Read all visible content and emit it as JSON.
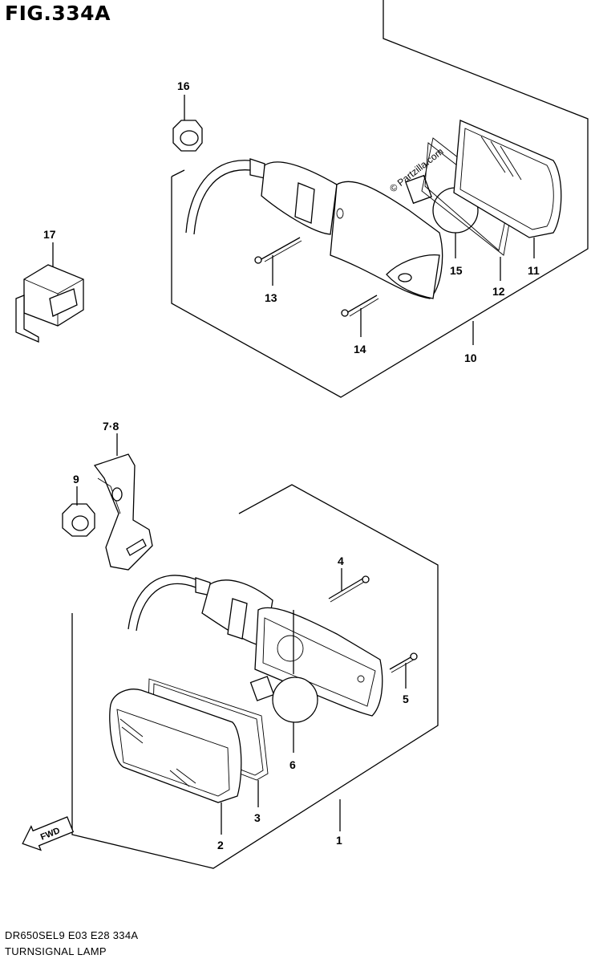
{
  "figure": {
    "title": "FIG.334A",
    "model_code": "DR650SEL9  E03  E28  334A",
    "section_name": "TURNSIGNAL LAMP",
    "watermark": "© Partzilla.com",
    "direction_label": "FWD"
  },
  "callouts": [
    {
      "id": "c16",
      "label": "16"
    },
    {
      "id": "c17",
      "label": "17"
    },
    {
      "id": "c13",
      "label": "13"
    },
    {
      "id": "c14",
      "label": "14"
    },
    {
      "id": "c15",
      "label": "15"
    },
    {
      "id": "c12",
      "label": "12"
    },
    {
      "id": "c11",
      "label": "11"
    },
    {
      "id": "c10",
      "label": "10"
    },
    {
      "id": "c78",
      "label": "7·8"
    },
    {
      "id": "c9",
      "label": "9"
    },
    {
      "id": "c4",
      "label": "4"
    },
    {
      "id": "c5",
      "label": "5"
    },
    {
      "id": "c6",
      "label": "6"
    },
    {
      "id": "c3",
      "label": "3"
    },
    {
      "id": "c2",
      "label": "2"
    },
    {
      "id": "c1",
      "label": "1"
    }
  ]
}
